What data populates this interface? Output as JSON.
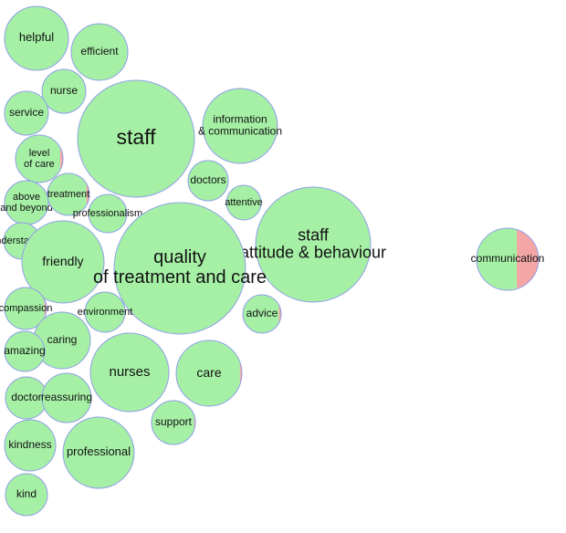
{
  "chart_data": {
    "type": "bubble",
    "positive_color": "#a6f0a6",
    "negative_color": "#f4a6a6",
    "border_color": "#8f9fe8",
    "bubbles": [
      {
        "label": "helpful",
        "negative_share": 0.0
      },
      {
        "label": "efficient",
        "negative_share": 0.0
      },
      {
        "label": "nurse",
        "negative_share": 0.0
      },
      {
        "label": "service",
        "negative_share": 0.0
      },
      {
        "label": "staff",
        "negative_share": 0.0
      },
      {
        "label": "information\n& communication",
        "negative_share": 0.01
      },
      {
        "label": "level\nof care",
        "negative_share": 0.06
      },
      {
        "label": "doctors",
        "negative_share": 0.0
      },
      {
        "label": "above\nand beyond",
        "negative_share": 0.0
      },
      {
        "label": "treatment",
        "negative_share": 0.07
      },
      {
        "label": "attentive",
        "negative_share": 0.0
      },
      {
        "label": "professionalism",
        "negative_share": 0.02
      },
      {
        "label": "staff\nattitude & behaviour",
        "negative_share": 0.0
      },
      {
        "label": "understanding",
        "negative_share": 0.0
      },
      {
        "label": "friendly",
        "negative_share": 0.0
      },
      {
        "label": "quality\nof treatment and care",
        "negative_share": 0.0
      },
      {
        "label": "communication",
        "negative_share": 0.35
      },
      {
        "label": "compassion",
        "negative_share": 0.05
      },
      {
        "label": "environment",
        "negative_share": 0.0
      },
      {
        "label": "advice",
        "negative_share": 0.06
      },
      {
        "label": "caring",
        "negative_share": 0.0
      },
      {
        "label": "amazing",
        "negative_share": 0.0
      },
      {
        "label": "nurses",
        "negative_share": 0.0
      },
      {
        "label": "care",
        "negative_share": 0.03
      },
      {
        "label": "doctor",
        "negative_share": 0.0
      },
      {
        "label": "reassuring",
        "negative_share": 0.0
      },
      {
        "label": "support",
        "negative_share": 0.03
      },
      {
        "label": "kindness",
        "negative_share": 0.0
      },
      {
        "label": "professional",
        "negative_share": 0.0
      },
      {
        "label": "kind",
        "negative_share": 0.0
      }
    ]
  }
}
